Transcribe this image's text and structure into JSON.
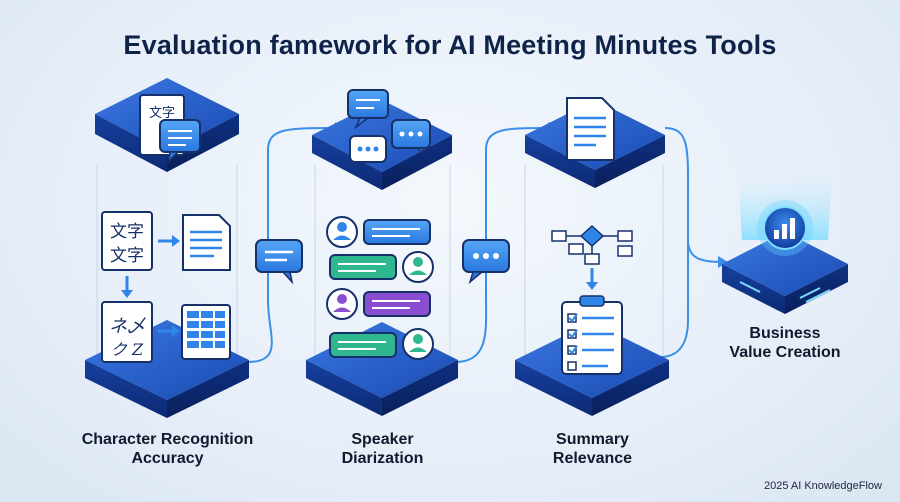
{
  "title": "Evaluation famework for AI Meeting Minutes Tools",
  "stages": [
    {
      "line1": "Character Recognition",
      "line2": "Accuracy"
    },
    {
      "line1": "Speaker",
      "line2": "Diarization"
    },
    {
      "line1": "Summary",
      "line2": "Relevance"
    },
    {
      "line1": "Business",
      "line2": "Value Creation"
    }
  ],
  "glyphs": {
    "kanji_a": "文字",
    "kanji_b": "文字",
    "kana": "ネ乄"
  },
  "footer": "2025 AI KnowledgeFlow",
  "colors": {
    "platform_top": "#1f56c2",
    "platform_side": "#0e2f80",
    "accent": "#2f86e8",
    "speaker_green": "#2fb890",
    "speaker_purple": "#8a4fd0",
    "glow": "#5fd2ff"
  }
}
